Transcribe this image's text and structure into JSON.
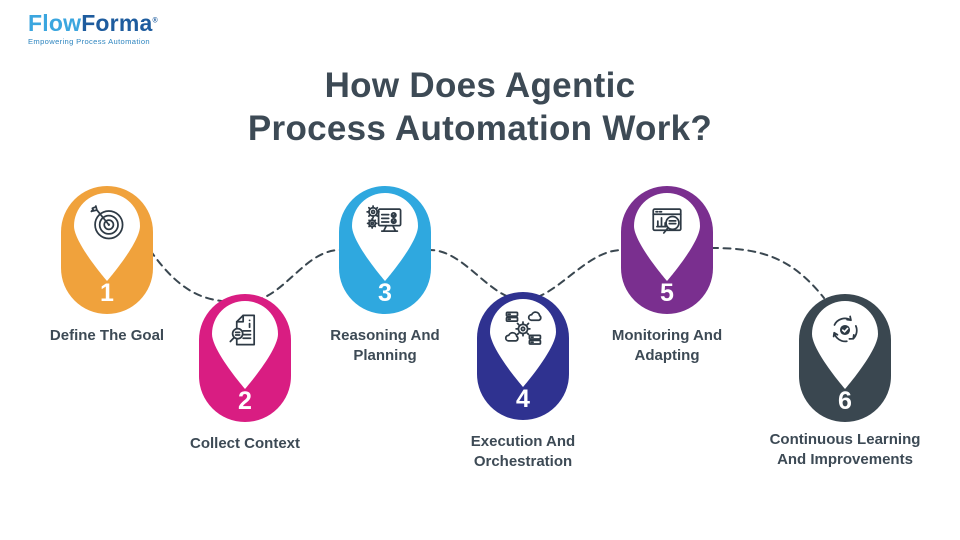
{
  "logo": {
    "brand_flow": "Flow",
    "brand_forma": "Forma",
    "mark": "®",
    "tagline": "Empowering Process Automation"
  },
  "title": {
    "line1": "How Does Agentic",
    "line2": "Process Automation Work?"
  },
  "steps": [
    {
      "number": "1",
      "label": "Define The Goal",
      "color": "#F0A23C",
      "icon": "target-icon"
    },
    {
      "number": "2",
      "label": "Collect Context",
      "color": "#D91D82",
      "icon": "document-search-icon"
    },
    {
      "number": "3",
      "label": "Reasoning And Planning",
      "color": "#2FA8DF",
      "icon": "gears-monitor-icon"
    },
    {
      "number": "4",
      "label": "Execution And Orchestration",
      "color": "#2F3290",
      "icon": "orchestration-icon"
    },
    {
      "number": "5",
      "label": "Monitoring And Adapting",
      "color": "#7A2F8F",
      "icon": "chart-magnifier-icon"
    },
    {
      "number": "6",
      "label": "Continuous Learning And Improvements",
      "color": "#3A4750",
      "icon": "cycle-check-icon"
    }
  ],
  "colors": {
    "background": "#FFFFFF",
    "title_text": "#3D4A55",
    "label_text": "#3D4A55",
    "connector": "#3A4750",
    "logo_flow": "#3BA6DF",
    "logo_forma": "#1E5C9E",
    "logo_tagline": "#2F86C0"
  }
}
